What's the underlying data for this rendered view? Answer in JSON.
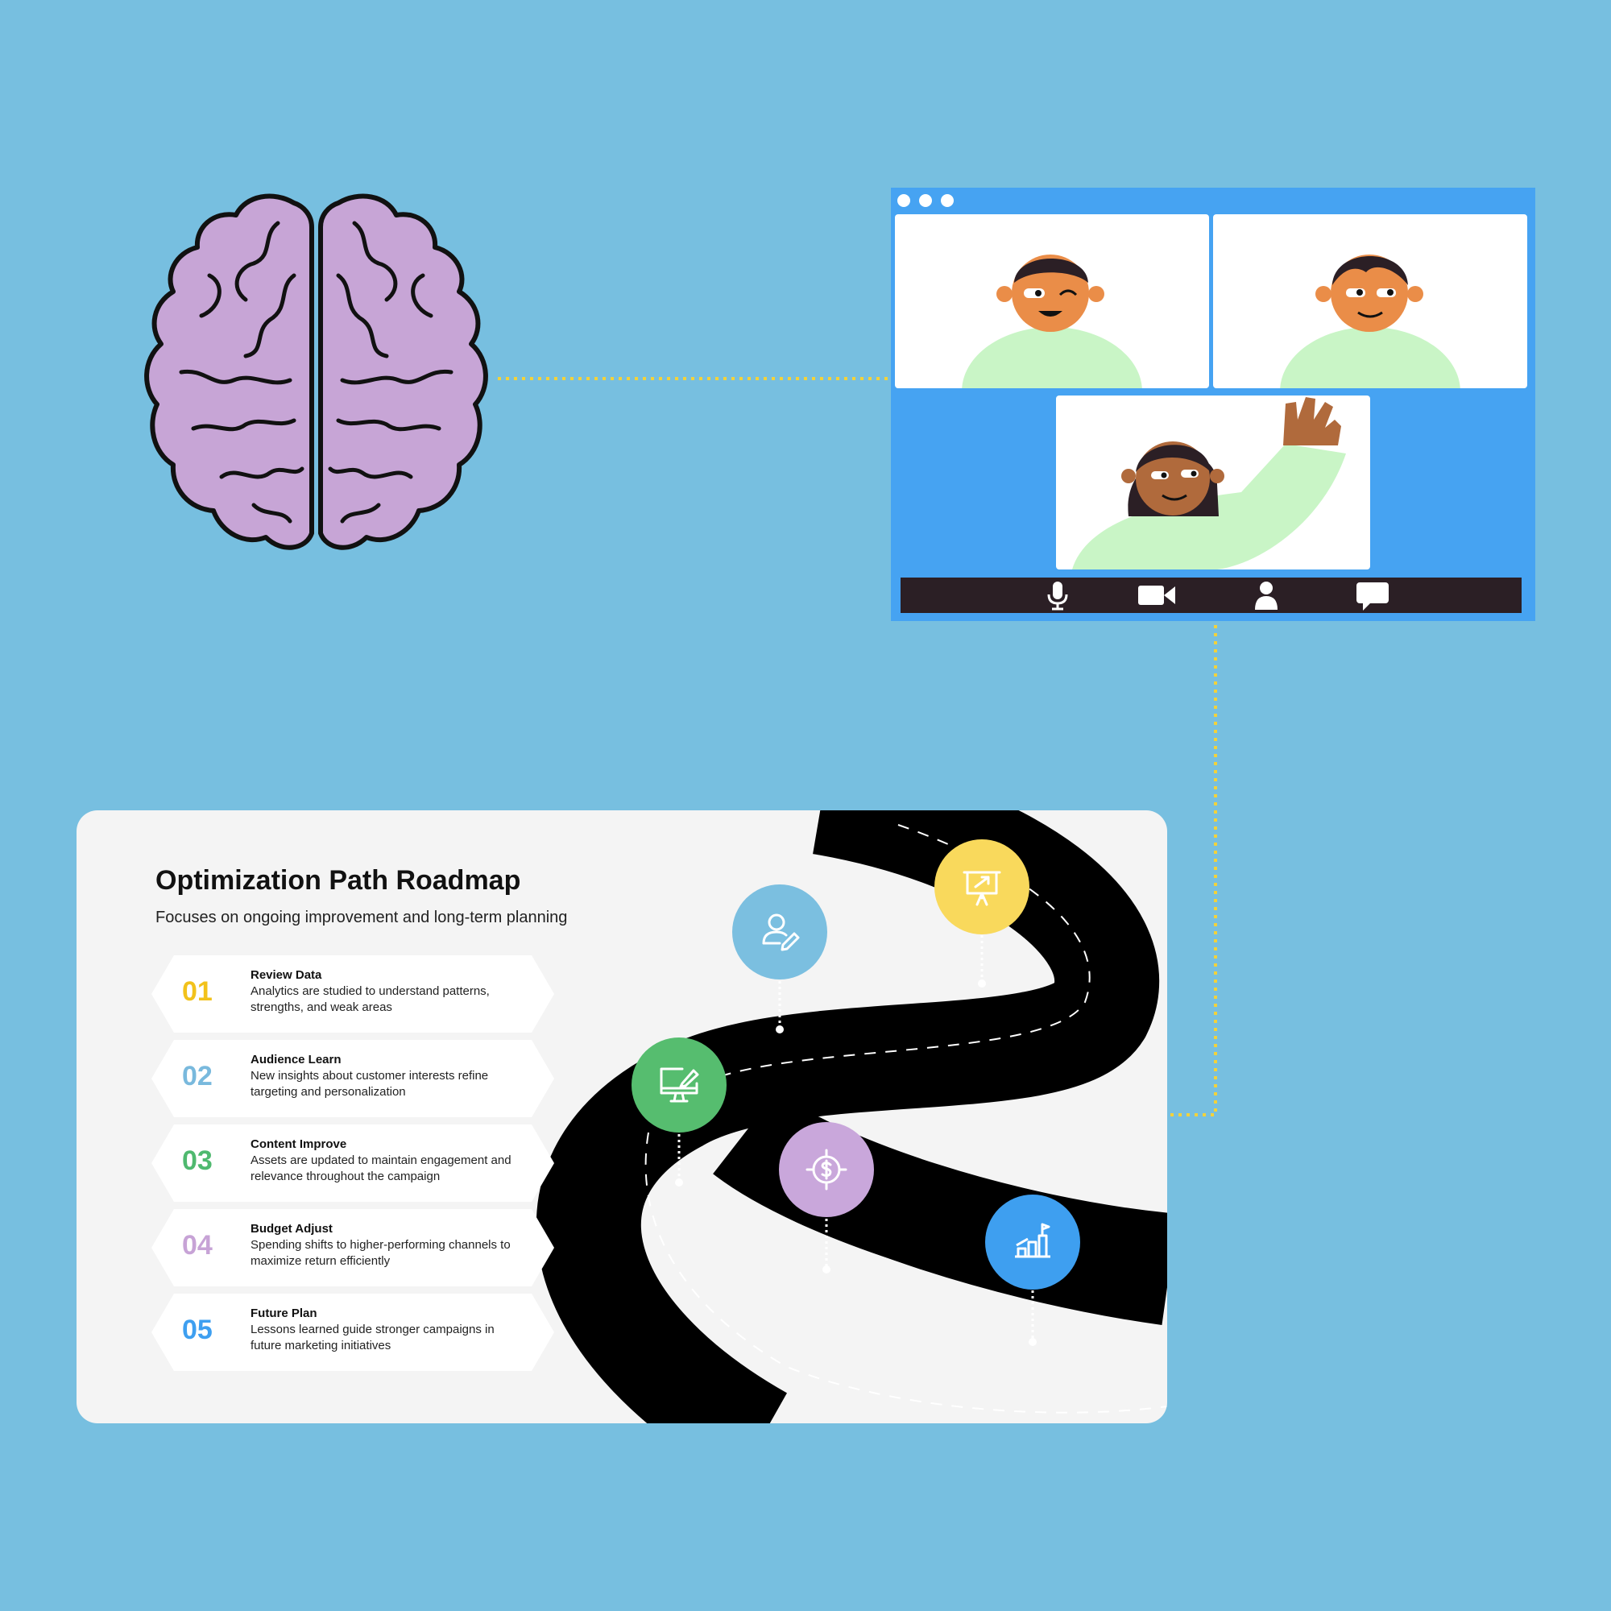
{
  "roadmap": {
    "title": "Optimization Path Roadmap",
    "subtitle": "Focuses on ongoing improvement and long-term planning",
    "steps": [
      {
        "number": "01",
        "title": "Review Data",
        "description": "Analytics are studied to understand patterns, strengths, and weak areas",
        "color": "#f2c21b"
      },
      {
        "number": "02",
        "title": "Audience Learn",
        "description": "New insights about customer interests refine targeting and personalization",
        "color": "#79b9dd"
      },
      {
        "number": "03",
        "title": "Content Improve",
        "description": "Assets are updated to maintain engagement and relevance throughout the campaign",
        "color": "#4fb96f"
      },
      {
        "number": "04",
        "title": "Budget Adjust",
        "description": "Spending shifts to higher-performing channels to maximize return efficiently",
        "color": "#c7a3d6"
      },
      {
        "number": "05",
        "title": "Future Plan",
        "description": "Lessons learned guide stronger campaigns in future marketing initiatives",
        "color": "#3e9ff0"
      }
    ],
    "markers": [
      {
        "icon": "user-edit-icon",
        "color": "#7bbfe0"
      },
      {
        "icon": "presentation-board-icon",
        "color": "#f9d95c"
      },
      {
        "icon": "monitor-edit-icon",
        "color": "#56bd6f"
      },
      {
        "icon": "dollar-target-icon",
        "color": "#c9a7db"
      },
      {
        "icon": "growth-chart-flag-icon",
        "color": "#3e9ff0"
      }
    ]
  },
  "video_call": {
    "controls": [
      "microphone-icon",
      "video-camera-icon",
      "person-icon",
      "chat-bubble-icon"
    ]
  },
  "colors": {
    "background": "#77bfe0",
    "brain": "#c7a5d6",
    "connector": "#f2d23c",
    "window": "#46a3f2",
    "control_bar": "#2b1f25",
    "shirt": "#c9f5c6",
    "skin_light": "#ea8d48",
    "skin_dark": "#b06a3c"
  }
}
